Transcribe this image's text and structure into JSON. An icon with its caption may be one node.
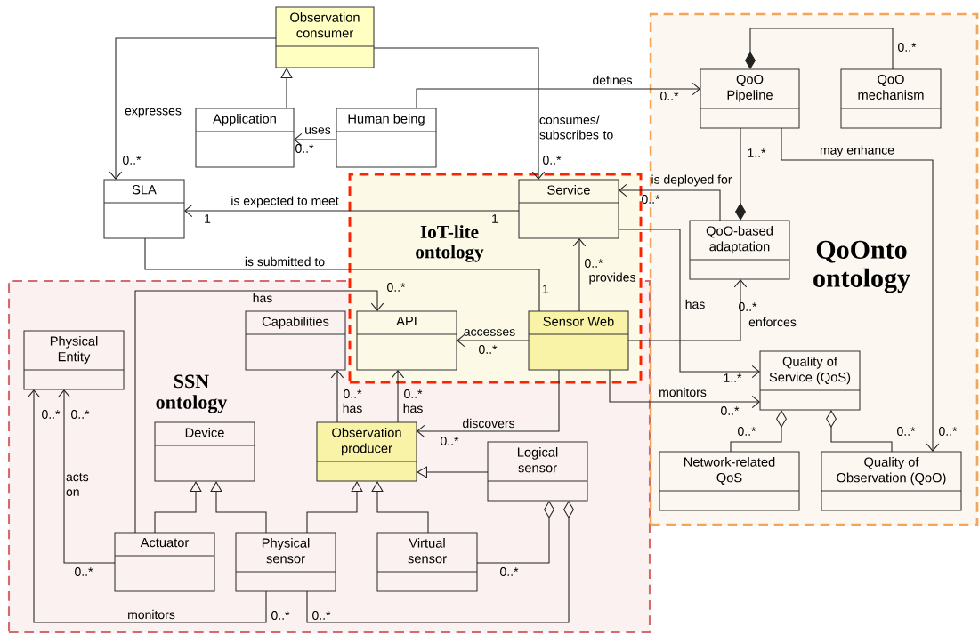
{
  "diagram": {
    "nodes": [
      {
        "text": [
          "SSN ontology"
        ]
      },
      {
        "text": [
          "IoT-lite ontology"
        ]
      },
      {
        "text": [
          "QoOnto ontology"
        ]
      },
      {
        "text": [
          "Observation consumer"
        ]
      },
      {
        "text": [
          "Application"
        ]
      },
      {
        "text": [
          "Human being"
        ]
      },
      {
        "text": [
          "SLA"
        ]
      },
      {
        "text": [
          "Service"
        ],
        "in": 1
      },
      {
        "text": [
          "QoO Pipeline"
        ],
        "in": 2
      },
      {
        "text": [
          "QoO mechanism"
        ],
        "in": 2
      },
      {
        "text": [
          "QoO-based adaptation"
        ],
        "in": 2
      },
      {
        "text": [
          "Capabilities"
        ],
        "in": 0
      },
      {
        "text": [
          "API"
        ]
      },
      {
        "text": [
          "Sensor Web"
        ]
      },
      {
        "text": [
          "Physical Entity"
        ],
        "in": 0
      },
      {
        "text": [
          "Quality of Service (QoS)"
        ],
        "in": 2
      },
      {
        "text": [
          "Device"
        ],
        "in": 0
      },
      {
        "text": [
          "Observation producer"
        ],
        "in": 0
      },
      {
        "text": [
          "Logical sensor"
        ],
        "in": 0
      },
      {
        "text": [
          "Network-related QoS"
        ],
        "in": 2
      },
      {
        "text": [
          "Quality of Observation (QoO)"
        ],
        "in": 2
      },
      {
        "text": [
          "Actuator"
        ],
        "in": 0
      },
      {
        "text": [
          "Physical sensor"
        ],
        "in": 0
      },
      {
        "text": [
          "Virtual sensor"
        ],
        "in": 0
      }
    ],
    "edges": [
      {
        "from": 3,
        "to": 6,
        "arrow": "to",
        "label": "expresses"
      },
      {
        "from": 4,
        "to": 3,
        "arrow": "to"
      },
      {
        "from": 5,
        "to": 4,
        "arrow": "to",
        "label": "uses"
      },
      {
        "from": 5,
        "to": 8,
        "arrow": "to",
        "label": "defines"
      },
      {
        "from": 3,
        "to": 7,
        "arrow": "to",
        "label": "consumes/ subscribes to"
      },
      {
        "from": 7,
        "to": 6,
        "arrow": "to",
        "label": "is expected to meet"
      },
      {
        "from": 6,
        "to": 13,
        "arrow": "none",
        "label": "is submitted to"
      },
      {
        "from": 13,
        "to": 7,
        "arrow": "to",
        "label": "provides"
      },
      {
        "from": 10,
        "to": 7,
        "arrow": "to",
        "label": "is deployed for"
      },
      {
        "from": 9,
        "to": 8,
        "arrow": "other"
      },
      {
        "from": 8,
        "to": 10,
        "arrow": "other"
      },
      {
        "from": 8,
        "to": 20,
        "arrow": "to",
        "label": "may enhance"
      },
      {
        "from": 7,
        "to": 15,
        "arrow": "to",
        "label": "has"
      },
      {
        "from": 13,
        "to": 10,
        "arrow": "to",
        "label": "enforces"
      },
      {
        "from": 13,
        "to": 15,
        "arrow": "to",
        "label": "monitors"
      },
      {
        "from": 13,
        "to": 12,
        "arrow": "to",
        "label": "accesses"
      },
      {
        "from": 13,
        "to": 17,
        "arrow": "to",
        "label": "discovers"
      },
      {
        "from": 21,
        "to": 12,
        "arrow": "to",
        "label": "has"
      },
      {
        "from": 17,
        "to": 11,
        "arrow": "to",
        "label": "has"
      },
      {
        "from": 17,
        "to": 12,
        "arrow": "to",
        "label": "has"
      },
      {
        "from": 21,
        "to": 14,
        "arrow": "to",
        "label": "acts on"
      },
      {
        "from": 22,
        "to": 14,
        "arrow": "to",
        "label": "monitors"
      },
      {
        "from": 21,
        "to": 16,
        "arrow": "to"
      },
      {
        "from": 22,
        "to": 16,
        "arrow": "to"
      },
      {
        "from": 22,
        "to": 17,
        "arrow": "to"
      },
      {
        "from": 23,
        "to": 17,
        "arrow": "to"
      },
      {
        "from": 18,
        "to": 17,
        "arrow": "to"
      },
      {
        "from": 23,
        "to": 18,
        "arrow": "other"
      },
      {
        "from": 22,
        "to": 18,
        "arrow": "other"
      },
      {
        "from": 19,
        "to": 15,
        "arrow": "other"
      },
      {
        "from": 20,
        "to": 15,
        "arrow": "other"
      }
    ],
    "labels": [
      "0..*",
      "0..*",
      "0..*",
      "0..*",
      "1",
      "1",
      "1",
      "0..*",
      "0..*",
      "0..*",
      "1..*",
      "0..*",
      "1..*",
      "0..*",
      "0..*",
      "0..*",
      "0..*",
      "0..*",
      "0..*",
      "0..*",
      "0..*",
      "0..*",
      "0..*",
      "0..*",
      "0..*",
      "0..*",
      "0..*",
      "0..*"
    ]
  }
}
